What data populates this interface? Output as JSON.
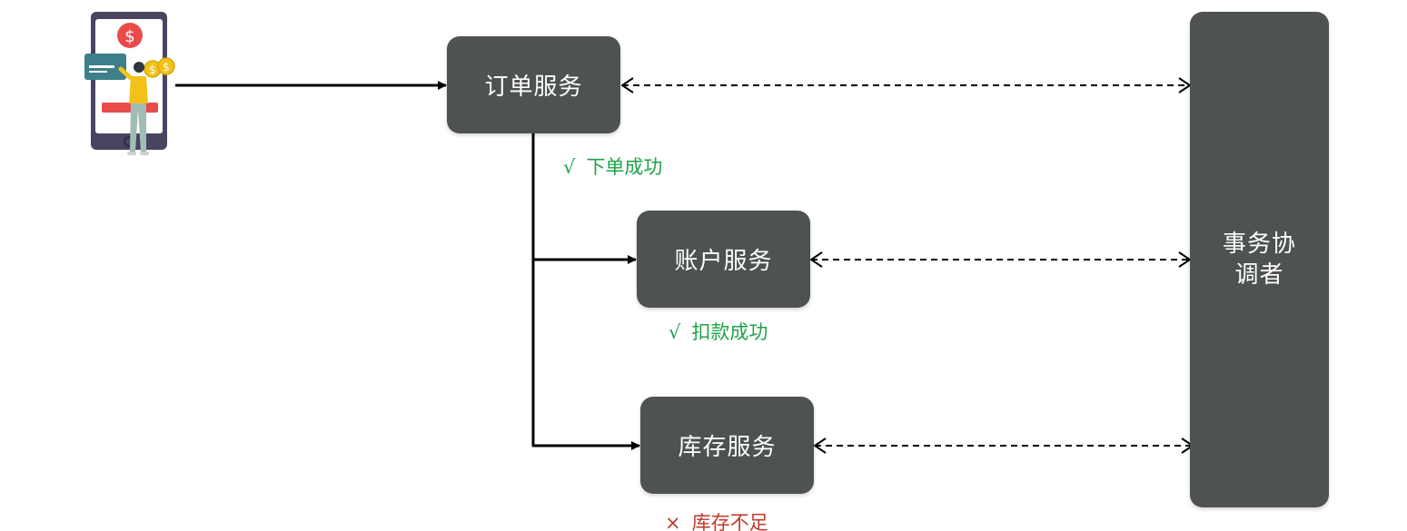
{
  "nodes": {
    "order_service": "订单服务",
    "account_service": "账户服务",
    "inventory_service": "库存服务",
    "coordinator": "事务协\n调者"
  },
  "statuses": {
    "order": {
      "mark": "√",
      "text": "下单成功",
      "color": "#1fa34a"
    },
    "account": {
      "mark": "√",
      "text": "扣款成功",
      "color": "#1fa34a"
    },
    "inventory": {
      "mark": "×",
      "text": "库存不足",
      "color": "#c0392b"
    }
  },
  "colors": {
    "box": "#4e5251",
    "line": "#000000",
    "success": "#1fa34a",
    "failure": "#c0392b"
  },
  "icons": {
    "client": "phone-payment-icon"
  }
}
